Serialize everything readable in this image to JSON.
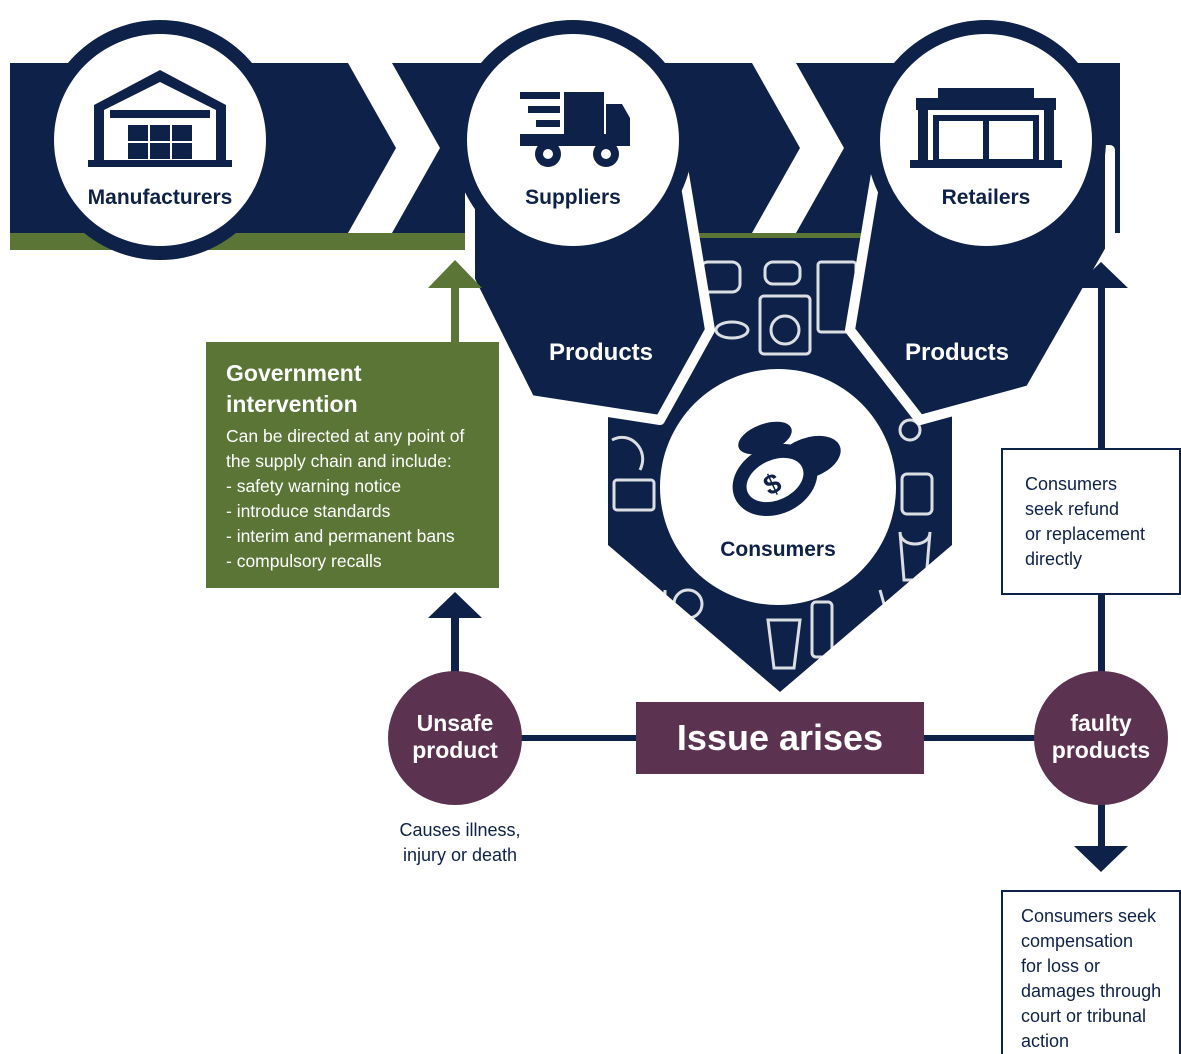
{
  "supply_chain": {
    "manufacturers": {
      "label": "Manufacturers",
      "icon": "warehouse-icon"
    },
    "suppliers": {
      "label": "Suppliers",
      "icon": "delivery-truck-icon"
    },
    "retailers": {
      "label": "Retailers",
      "icon": "storefront-icon"
    }
  },
  "products_left": "Products",
  "products_right": "Products",
  "consumers": {
    "label": "Consumers",
    "icon": "money-bag-icon"
  },
  "government": {
    "title_line1": "Government",
    "title_line2": "intervention",
    "desc_line1": "Can be directed at any point of",
    "desc_line2": "the supply chain and include:",
    "items": [
      "- safety warning notice",
      "- introduce standards",
      "- interim and permanent bans",
      "- compulsory recalls"
    ]
  },
  "issue": {
    "label": "Issue arises"
  },
  "unsafe": {
    "line1": "Unsafe",
    "line2": "product",
    "note_line1": "Causes illness,",
    "note_line2": "injury or death"
  },
  "faulty": {
    "line1": "faulty",
    "line2": "products"
  },
  "refund_note": [
    "Consumers",
    "seek refund",
    "or replacement",
    "directly"
  ],
  "compensation_note": [
    "Consumers seek",
    "compensation",
    "for loss or",
    "damages through",
    "court or tribunal",
    "action"
  ],
  "colors": {
    "navy": "#0e2148",
    "green": "#5a7536",
    "plum": "#5b3350",
    "white": "#ffffff"
  }
}
